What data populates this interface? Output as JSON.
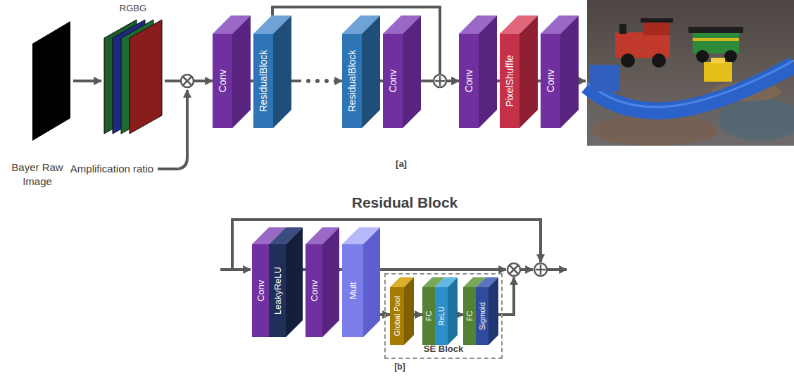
{
  "diagram": {
    "nodes": [
      {
        "text": [
          "Bayer Raw Image"
        ]
      },
      {
        "text": [
          "RGBG"
        ]
      },
      {
        "text": [
          "Conv"
        ]
      },
      {
        "text": [
          "ResidualBlock"
        ]
      },
      {
        "text": [
          "ResidualBlock"
        ]
      },
      {
        "text": [
          "Conv"
        ]
      },
      {
        "text": [
          "Conv"
        ]
      },
      {
        "text": [
          "PixelShuffle"
        ]
      },
      {
        "text": [
          "Conv"
        ]
      },
      {
        "text": [
          "Conv",
          "LeakyReLU"
        ]
      },
      {
        "text": [
          "Conv"
        ]
      },
      {
        "text": [
          "Mult"
        ]
      },
      {
        "text": [
          "SE Block"
        ]
      },
      {
        "text": [
          "Global Pool"
        ],
        "in": 12
      },
      {
        "text": [
          "FC",
          "ReLU"
        ],
        "in": 12
      },
      {
        "text": [
          "FC",
          "Sigmoid"
        ],
        "in": 12
      }
    ],
    "edges": [
      {
        "from": 0,
        "to": 1,
        "arrow": "to"
      },
      {
        "from": 1,
        "to": 2,
        "arrow": "to"
      },
      {
        "from": 2,
        "to": 3,
        "arrow": "to"
      },
      {
        "from": 3,
        "to": 4,
        "arrow": "to"
      },
      {
        "from": 4,
        "to": 5,
        "arrow": "to"
      },
      {
        "from": 5,
        "to": 6,
        "arrow": "to"
      },
      {
        "from": 3,
        "to": 6,
        "arrow": "to"
      },
      {
        "from": 6,
        "to": 7,
        "arrow": "to"
      },
      {
        "from": 7,
        "to": 8,
        "arrow": "to"
      },
      {
        "from": 9,
        "to": 10,
        "arrow": "to"
      },
      {
        "from": 10,
        "to": 11,
        "arrow": "to"
      },
      {
        "from": 11,
        "to": 13,
        "arrow": "to"
      },
      {
        "from": 13,
        "to": 14,
        "arrow": "to"
      },
      {
        "from": 14,
        "to": 15,
        "arrow": "to"
      }
    ],
    "labels": [
      "Amplification ratio",
      "[a]",
      "Residual Block",
      "[b]"
    ]
  }
}
